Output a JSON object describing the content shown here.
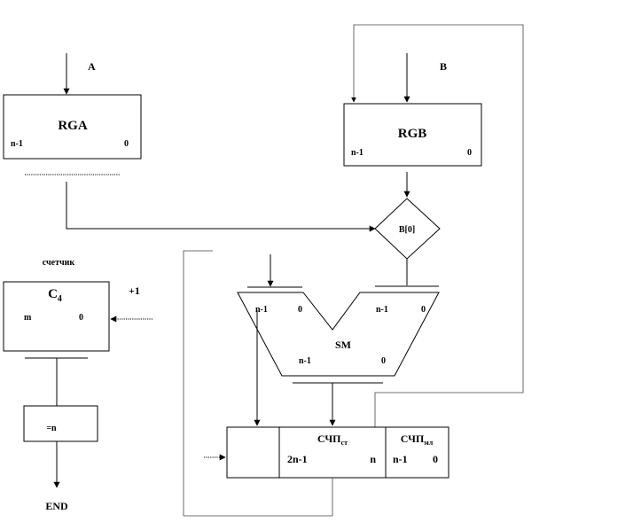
{
  "inputs": {
    "a": "A",
    "b": "B",
    "plus_one": "+1"
  },
  "rga": {
    "name": "RGA",
    "msb": "n-1",
    "lsb": "0"
  },
  "rgb": {
    "name": "RGB",
    "msb": "n-1",
    "lsb": "0"
  },
  "condition": {
    "label": "B[0]"
  },
  "counter": {
    "caption": "счетчик",
    "name": "C",
    "subscript": "4",
    "msb": "m",
    "lsb": "0"
  },
  "compare": {
    "label": "=n"
  },
  "end": {
    "label": "END"
  },
  "adder": {
    "name": "SM",
    "left_msb": "n-1",
    "left_lsb": "0",
    "right_msb": "n-1",
    "right_lsb": "0",
    "out_msb": "n-1",
    "out_lsb": "0"
  },
  "result": {
    "high": {
      "name": "СЧП",
      "subscript": "ст",
      "msb": "2n-1",
      "lsb": "n"
    },
    "low": {
      "name": "СЧП",
      "subscript": "мл",
      "msb": "n-1",
      "lsb": "0"
    }
  }
}
